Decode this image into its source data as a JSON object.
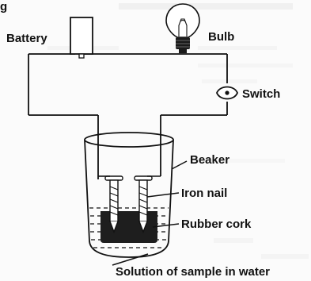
{
  "header_fragment": "g",
  "labels": {
    "battery": "Battery",
    "bulb": "Bulb",
    "switch": "Switch",
    "beaker": "Beaker",
    "iron_nail": "Iron nail",
    "rubber_cork": "Rubber cork",
    "solution": "Solution of sample in water"
  },
  "colors": {
    "ink": "#111111",
    "paper": "#fbfbfb",
    "faint_text": "#d8d8d8",
    "cork": "#1e1e1e"
  }
}
